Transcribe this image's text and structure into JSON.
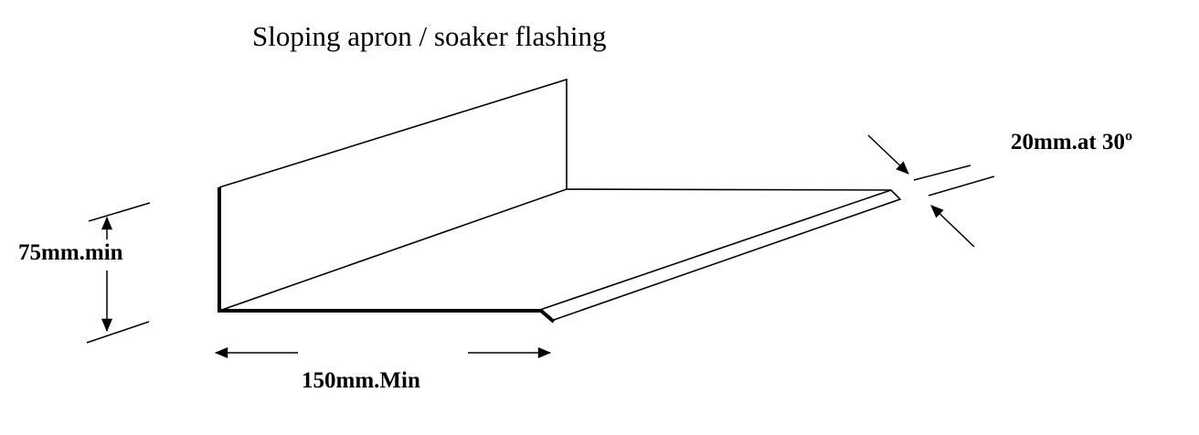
{
  "title": "Sloping apron / soaker flashing",
  "dimensions": {
    "height": "75mm.min",
    "width": "150mm.Min",
    "kick": "20mm.at 30º"
  }
}
